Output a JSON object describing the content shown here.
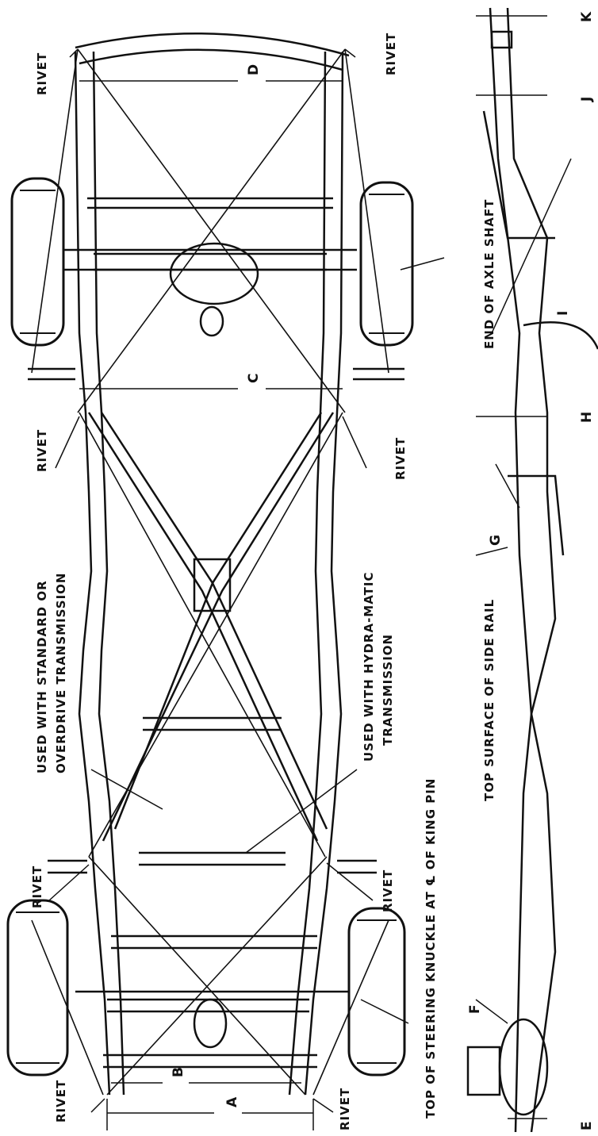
{
  "diagram": {
    "callouts": {
      "rivet_left_1": "RIVET",
      "rivet_left_2": "RIVET",
      "rivet_left_3": "RIVET",
      "rivet_left_4": "RIVET",
      "rivet_right_1": "RIVET",
      "rivet_right_2": "RIVET",
      "rivet_right_3": "RIVET",
      "rivet_right_4": "RIVET",
      "standard_overdrive_1": "USED WITH STANDARD OR",
      "standard_overdrive_2": "OVERDRIVE TRANSMISSION",
      "hydramatic_1": "USED WITH HYDRA-MATIC",
      "hydramatic_2": "TRANSMISSION",
      "steering_knuckle": "TOP OF STEERING KNUCKLE AT ℄ OF KING PIN",
      "top_surface": "TOP SURFACE OF SIDE RAIL",
      "axle_shaft": "END OF AXLE SHAFT"
    },
    "dimensions": {
      "A": "A",
      "B": "B",
      "C": "C",
      "D": "D",
      "E": "E",
      "F": "F",
      "G": "G",
      "H": "H",
      "I": "I",
      "J": "J",
      "K": "K"
    }
  }
}
